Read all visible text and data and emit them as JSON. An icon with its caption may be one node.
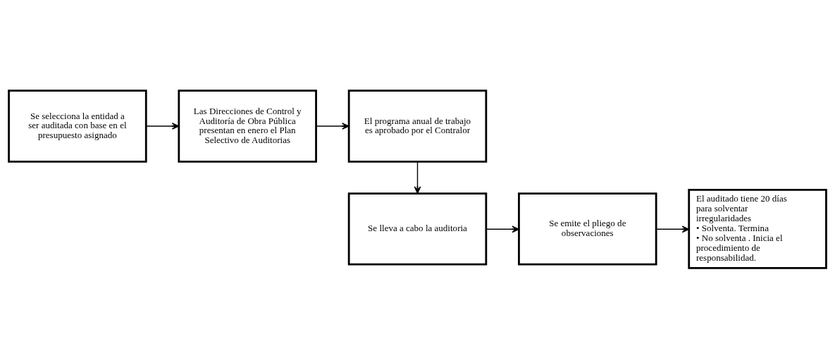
{
  "diagram": {
    "nodes": [
      {
        "text": [
          "Se selecciona la entidad a ser auditada con base en el presupuesto asignado"
        ]
      },
      {
        "text": [
          "Las Direcciones de Control y Auditoría de Obra Pública presentan en enero el Plan Selectivo de Auditorias"
        ]
      },
      {
        "text": [
          "El programa anual de trabajo es aprobado por el Contralor"
        ]
      },
      {
        "text": [
          "Se lleva a cabo la auditoria"
        ]
      },
      {
        "text": [
          "Se emite el pliego de observaciones"
        ]
      },
      {
        "text": [
          "El auditado tiene 20 días para solventar irregularidades",
          "• Solventa. Termina",
          "• No solventa . Inicia el procedimiento de responsabilidad."
        ]
      }
    ],
    "edges": [
      {
        "from": 0,
        "to": 1,
        "arrow": "to"
      },
      {
        "from": 1,
        "to": 2,
        "arrow": "to"
      },
      {
        "from": 2,
        "to": 3,
        "arrow": "to"
      },
      {
        "from": 3,
        "to": 4,
        "arrow": "to"
      },
      {
        "from": 4,
        "to": 5,
        "arrow": "to"
      }
    ]
  }
}
